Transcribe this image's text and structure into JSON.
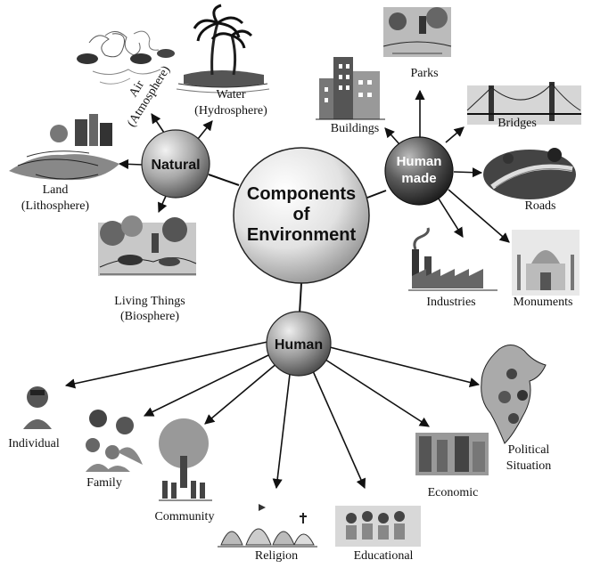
{
  "center": {
    "line1": "Components",
    "line2": "of",
    "line3": "Environment"
  },
  "hubs": {
    "natural": "Natural",
    "human_made": {
      "line1": "Human",
      "line2": "made"
    },
    "human": "Human"
  },
  "natural_items": {
    "air": {
      "line1": "Air",
      "line2": "(Atmosphere)"
    },
    "water": {
      "line1": "Water",
      "line2": "(Hydrosphere)"
    },
    "land": {
      "line1": "Land",
      "line2": "(Lithosphere)"
    },
    "living": {
      "line1": "Living Things",
      "line2": "(Biosphere)"
    }
  },
  "human_made_items": {
    "parks": "Parks",
    "buildings": "Buildings",
    "bridges": "Bridges",
    "roads": "Roads",
    "industries": "Industries",
    "monuments": "Monuments"
  },
  "human_items": {
    "individual": "Individual",
    "family": "Family",
    "community": "Community",
    "religion": "Religion",
    "educational": "Educational",
    "economic": "Economic",
    "political": {
      "line1": "Political",
      "line2": "Situation"
    }
  },
  "colors": {
    "hub_dark": "#3a3a3a",
    "hub_mid": "#8a8a8a",
    "hub_light": "#e0e0e0",
    "line": "#111111"
  }
}
